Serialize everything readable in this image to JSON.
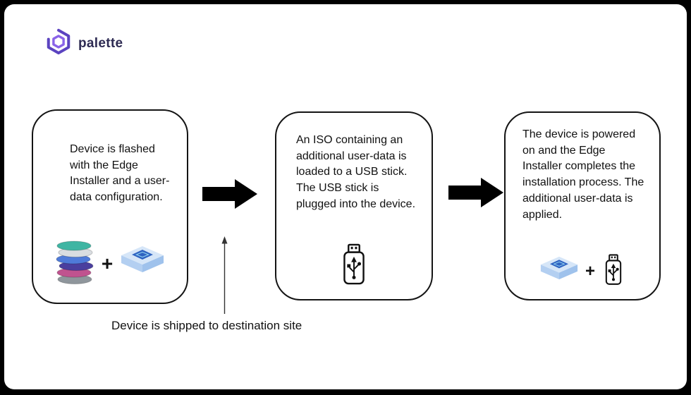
{
  "logo": {
    "text": "palette",
    "mark_outer_color": "#5b43c0",
    "mark_inner_color": "#8a63e8",
    "text_color": "#2e2b53"
  },
  "steps": [
    {
      "text": "Device is flashed with the Edge Installer and a user-data configuration."
    },
    {
      "text": "An ISO containing an additional user-data is loaded to a USB stick. The USB stick is plugged into the device."
    },
    {
      "text": "The device is powered on and the Edge Installer completes the installation process. The additional user-data is applied."
    }
  ],
  "symbols": {
    "plus": "+"
  },
  "shipping_note": "Device is shipped to destination site",
  "arrow_color": "#000000",
  "icons": {
    "layer_stack": {
      "layer_colors": [
        "#3fb5a3",
        "#d9dde1",
        "#4f7bd9",
        "#4a3f9e",
        "#c0538f",
        "#8f969c"
      ]
    },
    "edge_device": {
      "top_color": "#d6e6f8",
      "left_color": "#b3cff1",
      "right_color": "#9fc2ec",
      "outline_color": "#86abdc",
      "chip_color": "#2f63c1",
      "chip_inner_color": "#8fd0f0"
    },
    "usb": {
      "stroke_color": "#111111"
    }
  }
}
